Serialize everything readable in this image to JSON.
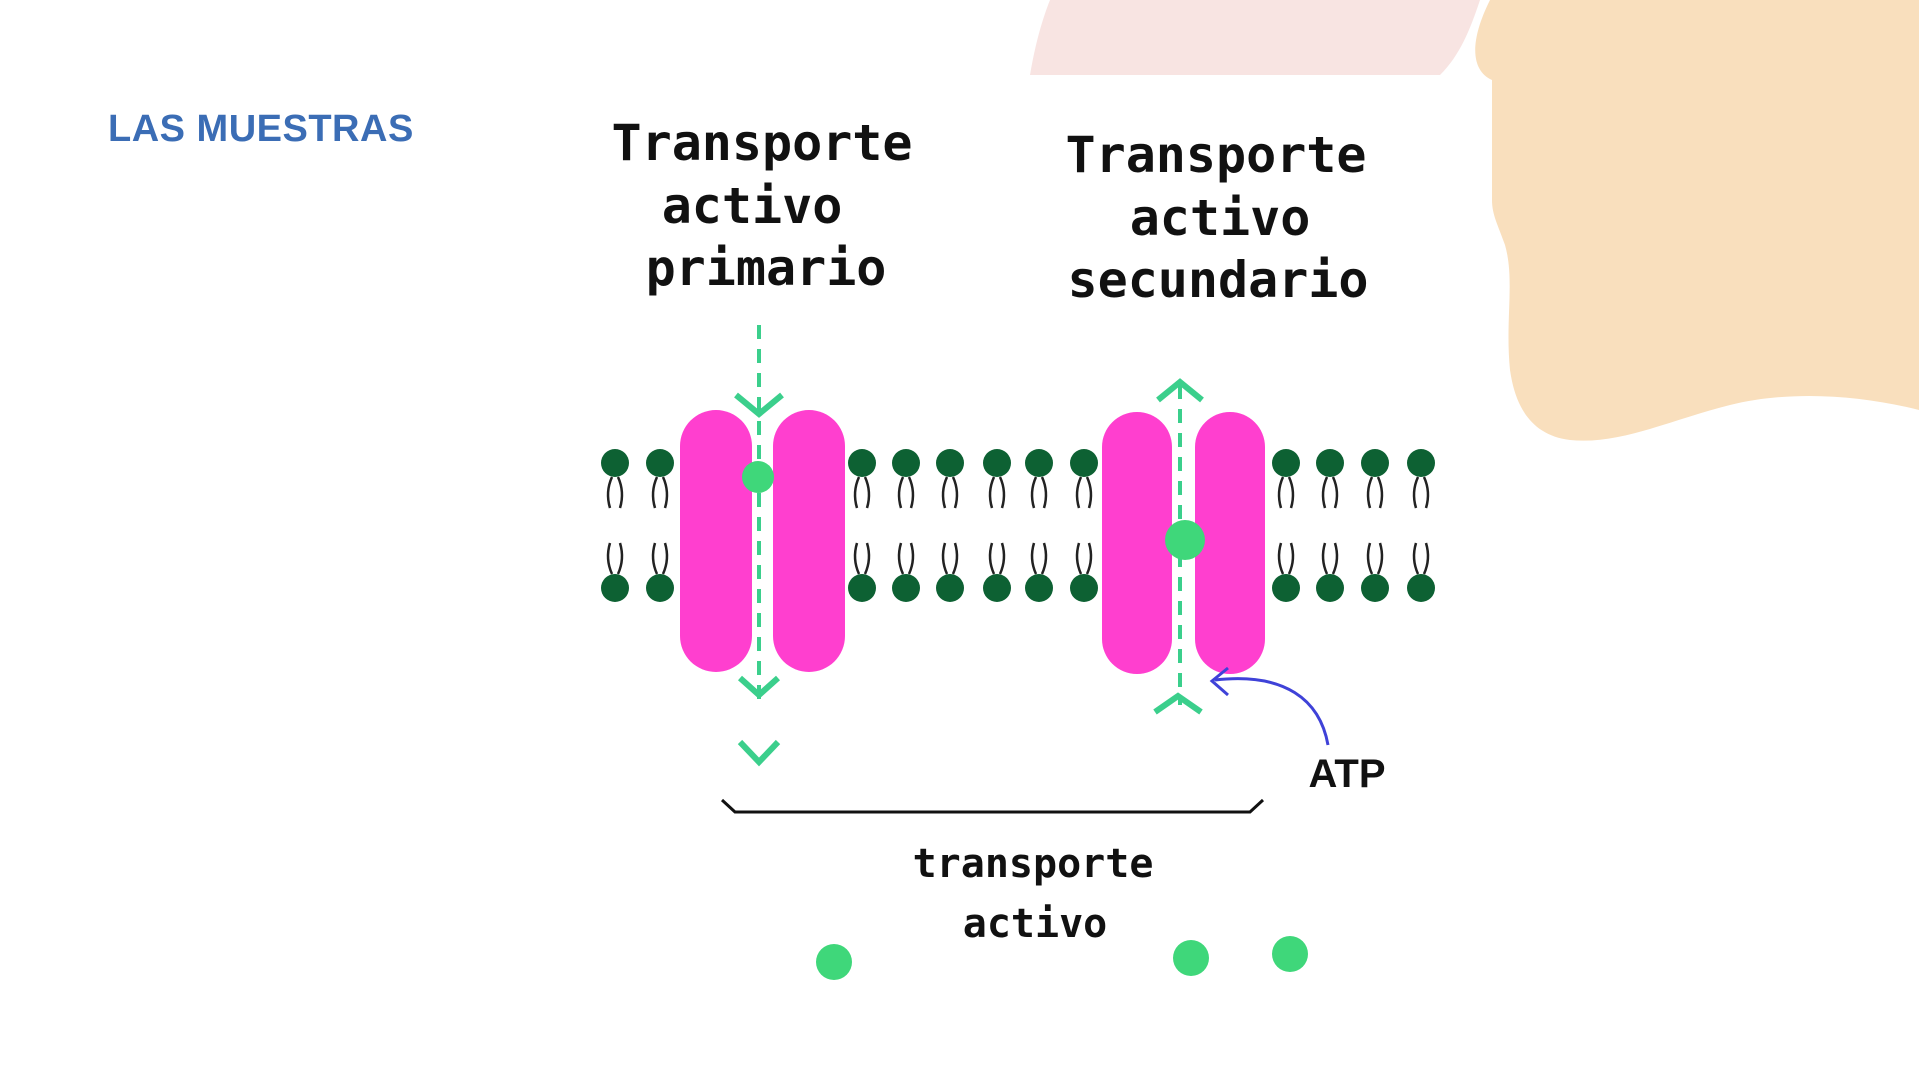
{
  "slide": {
    "title": "LAS MUESTRAS"
  },
  "colors": {
    "title": "#3b6db5",
    "protein": "#ff3fcf",
    "lipid_head": "#0d6133",
    "molecule": "#3fd77a",
    "arrow": "#3bcf8c",
    "atp_arrow": "#3f42d8",
    "blob_pink": "#f8e4e2",
    "blob_peach": "#f9dfbd"
  },
  "diagram": {
    "primary": {
      "line1": "Transporte",
      "line2": "activo",
      "line3": "primario"
    },
    "secondary": {
      "line1": "Transporte",
      "line2": "activo",
      "line3": "secundario"
    },
    "atp_label": "ATP",
    "bracket": {
      "line1": "transporte",
      "line2": "activo"
    }
  }
}
